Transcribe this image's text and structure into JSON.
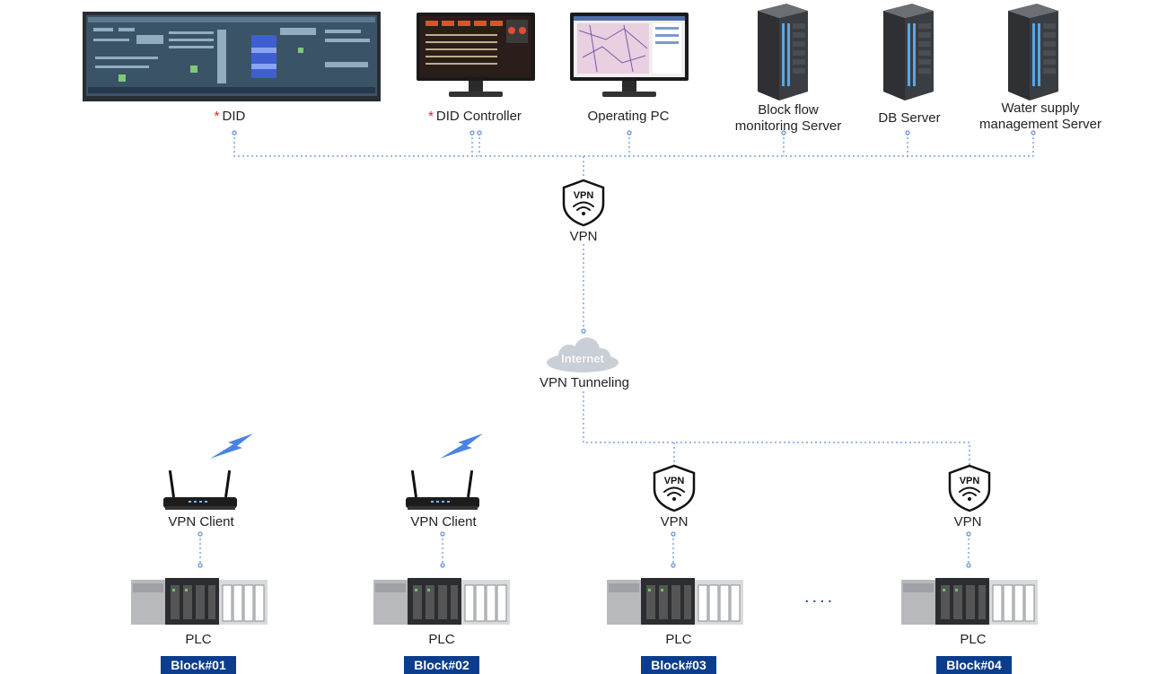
{
  "top_devices": [
    {
      "id": "did",
      "required_mark": "*",
      "label": "DID",
      "icon": "wide-display-icon"
    },
    {
      "id": "did-controller",
      "required_mark": "*",
      "label": "DID Controller",
      "icon": "monitor-icon"
    },
    {
      "id": "operating-pc",
      "label": "Operating PC",
      "icon": "monitor-icon"
    },
    {
      "id": "block-flow-server",
      "label_lines": [
        "Block flow",
        "monitoring Server"
      ],
      "icon": "server-rack-icon"
    },
    {
      "id": "db-server",
      "label": "DB Server",
      "icon": "server-rack-icon"
    },
    {
      "id": "water-supply-server",
      "label_lines": [
        "Water supply",
        "management Server"
      ],
      "icon": "server-rack-icon"
    }
  ],
  "center_vpn": {
    "shield_text": "VPN",
    "label": "VPN",
    "icon": "vpn-shield-icon"
  },
  "internet": {
    "cloud_text": "Internet",
    "label": "VPN Tunneling",
    "icon": "cloud-icon"
  },
  "blocks": [
    {
      "device_label": "VPN Client",
      "device_icon": "router-icon",
      "plc_label": "PLC",
      "badge": "Block#01"
    },
    {
      "device_label": "VPN Client",
      "device_icon": "router-icon",
      "plc_label": "PLC",
      "badge": "Block#02"
    },
    {
      "device_label": "VPN",
      "shield_text": "VPN",
      "device_icon": "vpn-shield-icon",
      "plc_label": "PLC",
      "badge": "Block#03"
    },
    {
      "device_label": "VPN",
      "shield_text": "VPN",
      "device_icon": "vpn-shield-icon",
      "plc_label": "PLC",
      "badge": "Block#04"
    }
  ],
  "ellipsis": "....",
  "colors": {
    "link_line": "#5b8fd6",
    "badge_bg": "#0b3d8c",
    "required_mark": "#d0262d",
    "wireless_bolt": "#4a84e0",
    "cloud": "#c9cfd6"
  }
}
